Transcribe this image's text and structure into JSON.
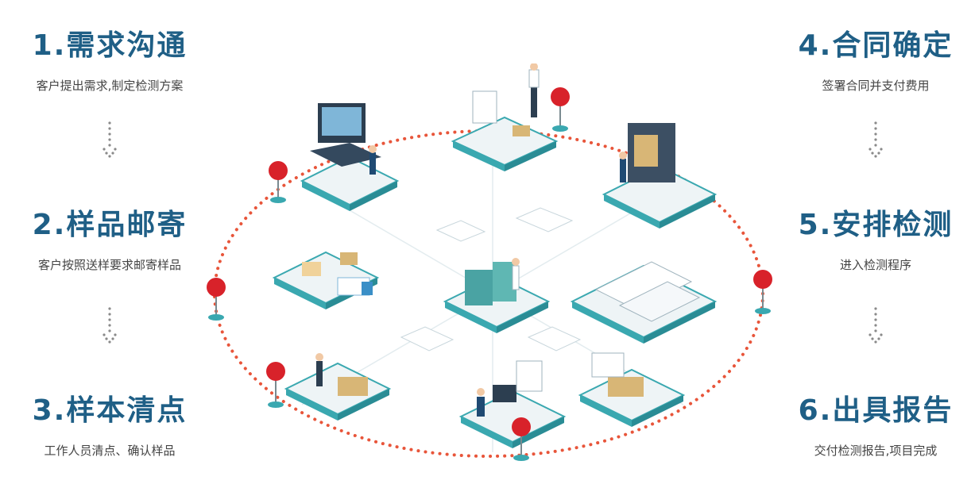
{
  "steps": [
    {
      "title": "1.需求沟通",
      "desc": "客户提出需求,制定检测方案"
    },
    {
      "title": "2.样品邮寄",
      "desc": "客户按照送样要求邮寄样品"
    },
    {
      "title": "3.样本清点",
      "desc": "工作人员清点、确认样品"
    },
    {
      "title": "4.合同确定",
      "desc": "签署合同并支付费用"
    },
    {
      "title": "5.安排检测",
      "desc": "进入检测程序"
    },
    {
      "title": "6.出具报告",
      "desc": "交付检测报告,项目完成"
    }
  ],
  "colors": {
    "title": "#1f5f86",
    "ring": "#e8553a",
    "platform": "#d9e8ee",
    "platform_edge": "#3aa8b0",
    "pin": "#d8222a"
  }
}
